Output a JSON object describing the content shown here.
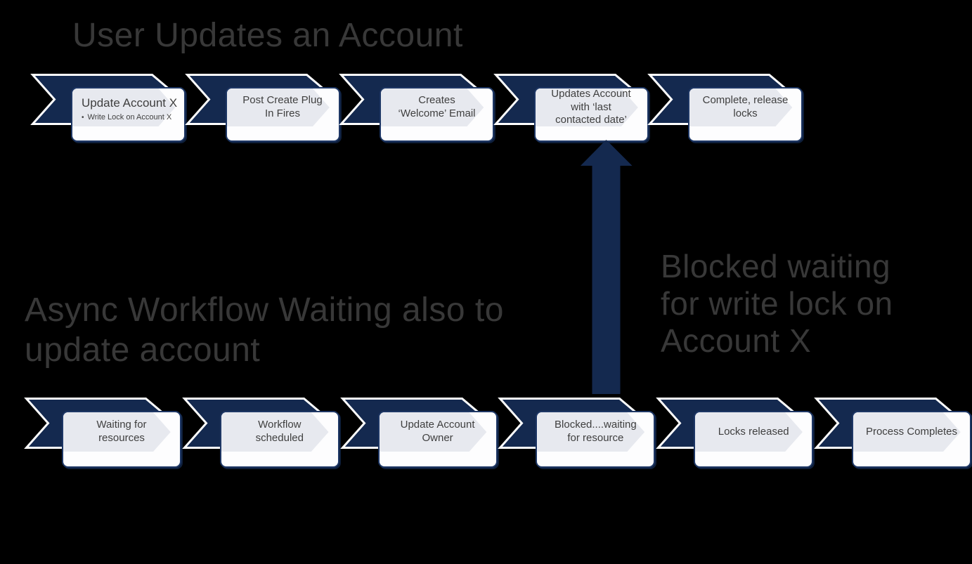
{
  "top_flow": {
    "title": "User Updates an Account",
    "steps": [
      {
        "label": "Update Account X",
        "bullet": "Write  Lock on Account X"
      },
      {
        "label": "Post Create Plug In Fires"
      },
      {
        "label": "Creates ‘Welcome’ Email"
      },
      {
        "label": "Updates Account with ‘last contacted date’"
      },
      {
        "label": "Complete, release locks"
      }
    ]
  },
  "bottom_flow": {
    "title": "Async Workflow Waiting also to update account",
    "steps": [
      {
        "label": "Waiting for resources"
      },
      {
        "label": "Workflow scheduled"
      },
      {
        "label": "Update Account Owner"
      },
      {
        "label": "Blocked....waiting for resource"
      },
      {
        "label": "Locks released"
      },
      {
        "label": "Process Completes"
      }
    ]
  },
  "annotation": {
    "label": "Blocked waiting for write lock on Account X"
  },
  "icons": {
    "bullet": "•"
  },
  "colors": {
    "background": "#000000",
    "chevron_navy": "#14294f",
    "box_border": "#1e3765",
    "box_watermark_gray": "#e7e9ef",
    "label_text": "#3f3f3f",
    "title_text": "#383838"
  }
}
